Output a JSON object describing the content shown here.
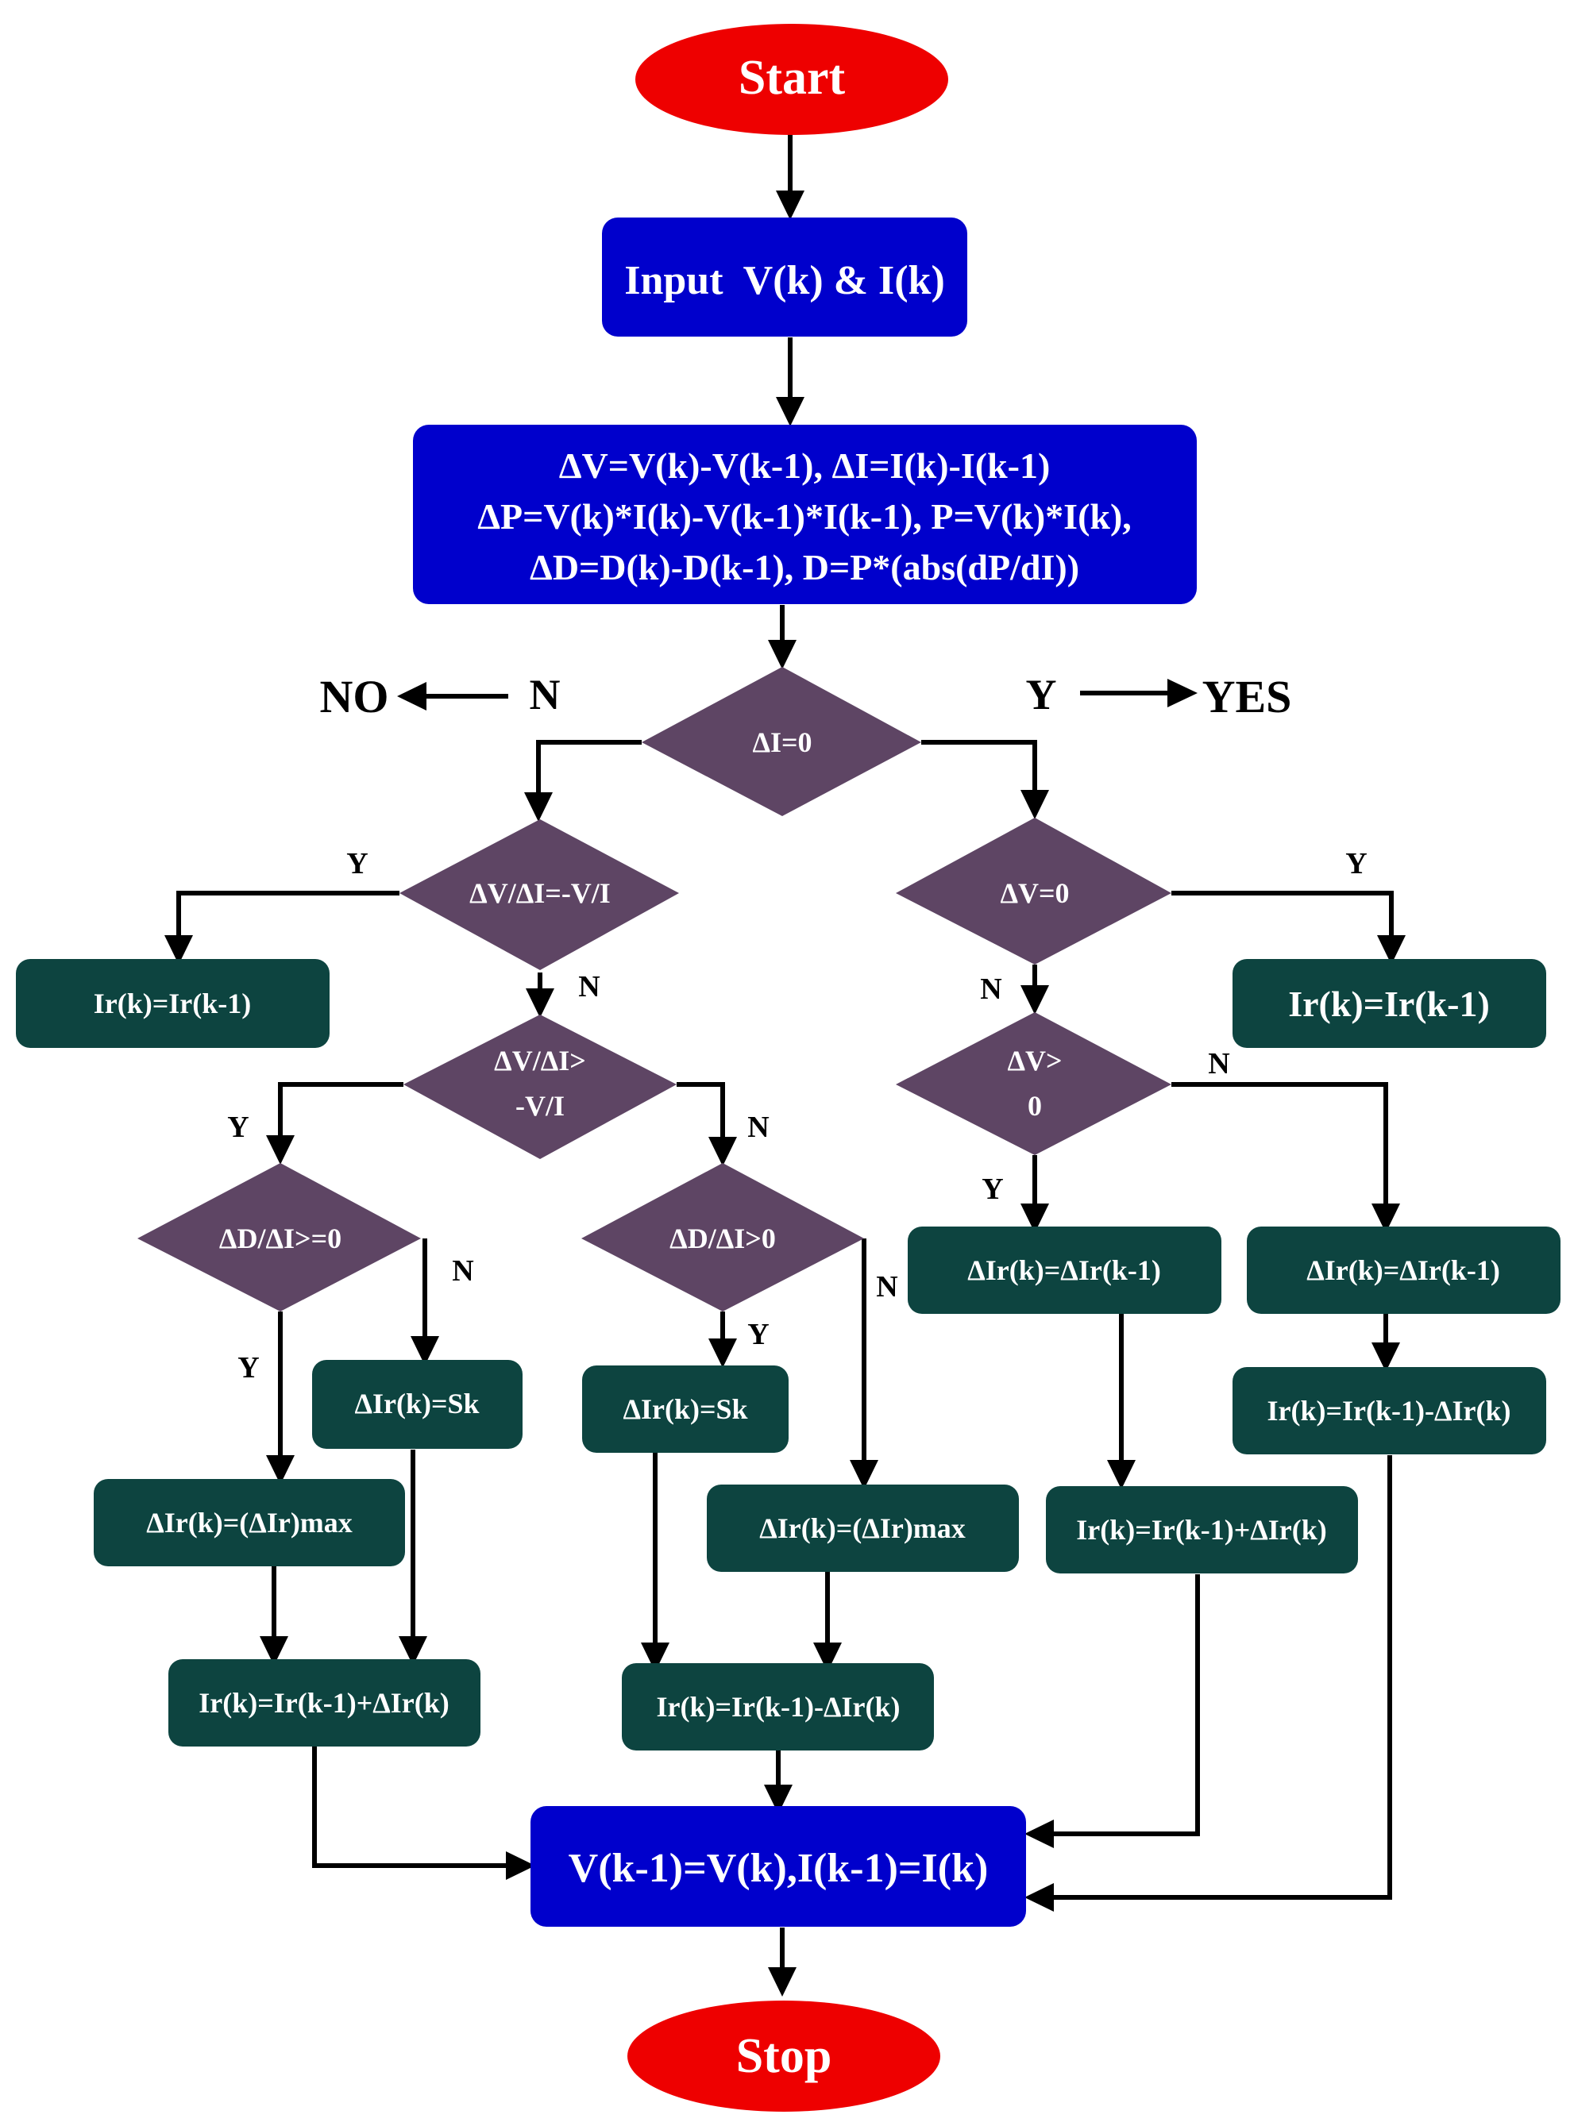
{
  "colors": {
    "terminator": "#ee0000",
    "process_blue": "#0000cc",
    "decision": "#5e4564",
    "action": "#0d4440",
    "line": "#000000",
    "text": "#ffffff"
  },
  "start": "Start",
  "stop": "Stop",
  "input": "Input  V(k) & I(k)",
  "compute": {
    "line1": "ΔV=V(k)-V(k-1), ΔI=I(k)-I(k-1)",
    "line2": "ΔP=V(k)*I(k)-V(k-1)*I(k-1), P=V(k)*I(k),",
    "line3": "ΔD=D(k)-D(k-1), D=P*(abs(dP/dI))"
  },
  "legend": {
    "no": "NO",
    "n": "N",
    "y": "Y",
    "yes": "YES"
  },
  "decisions": {
    "di_zero": "ΔI=0",
    "dv_di_eq": "ΔV/ΔI=-V/I",
    "dv_di_gt_line1": "ΔV/ΔI>",
    "dv_di_gt_line2": "-V/I",
    "dd_di_ge": "ΔD/ΔI>=0",
    "dd_di_gt": "ΔD/ΔI>0",
    "dv_zero": "ΔV=0",
    "dv_gt_line1": "ΔV>",
    "dv_gt_line2": "0"
  },
  "actions": {
    "ir_hold_left": "Ir(k)=Ir(k-1)",
    "ir_hold_right": "Ir(k)=Ir(k-1)",
    "dir_sk_left": "ΔIr(k)=Sk",
    "dir_max_left": "ΔIr(k)=(ΔIr)max",
    "ir_plus_left": "Ir(k)=Ir(k-1)+ΔIr(k)",
    "dir_sk_mid": "ΔIr(k)=Sk",
    "dir_max_mid": "ΔIr(k)=(ΔIr)max",
    "ir_minus_mid": "Ir(k)=Ir(k-1)-ΔIr(k)",
    "dir_prev_right1": "ΔIr(k)=ΔIr(k-1)",
    "ir_plus_right": "Ir(k)=Ir(k-1)+ΔIr(k)",
    "dir_prev_right2": "ΔIr(k)=ΔIr(k-1)",
    "ir_minus_right": "Ir(k)=Ir(k-1)-ΔIr(k)"
  },
  "update": "V(k-1)=V(k),I(k-1)=I(k)",
  "edge_labels": {
    "dv_di_eq_yes": "Y",
    "dv_di_eq_no": "N",
    "dv_di_gt_yes": "Y",
    "dv_di_gt_no": "N",
    "dd_di_ge_yes": "Y",
    "dd_di_ge_no": "N",
    "dd_di_gt_yes": "Y",
    "dd_di_gt_no": "N",
    "dv_zero_yes": "Y",
    "dv_zero_no": "N",
    "dv_gt_yes": "Y",
    "dv_gt_no": "N"
  }
}
